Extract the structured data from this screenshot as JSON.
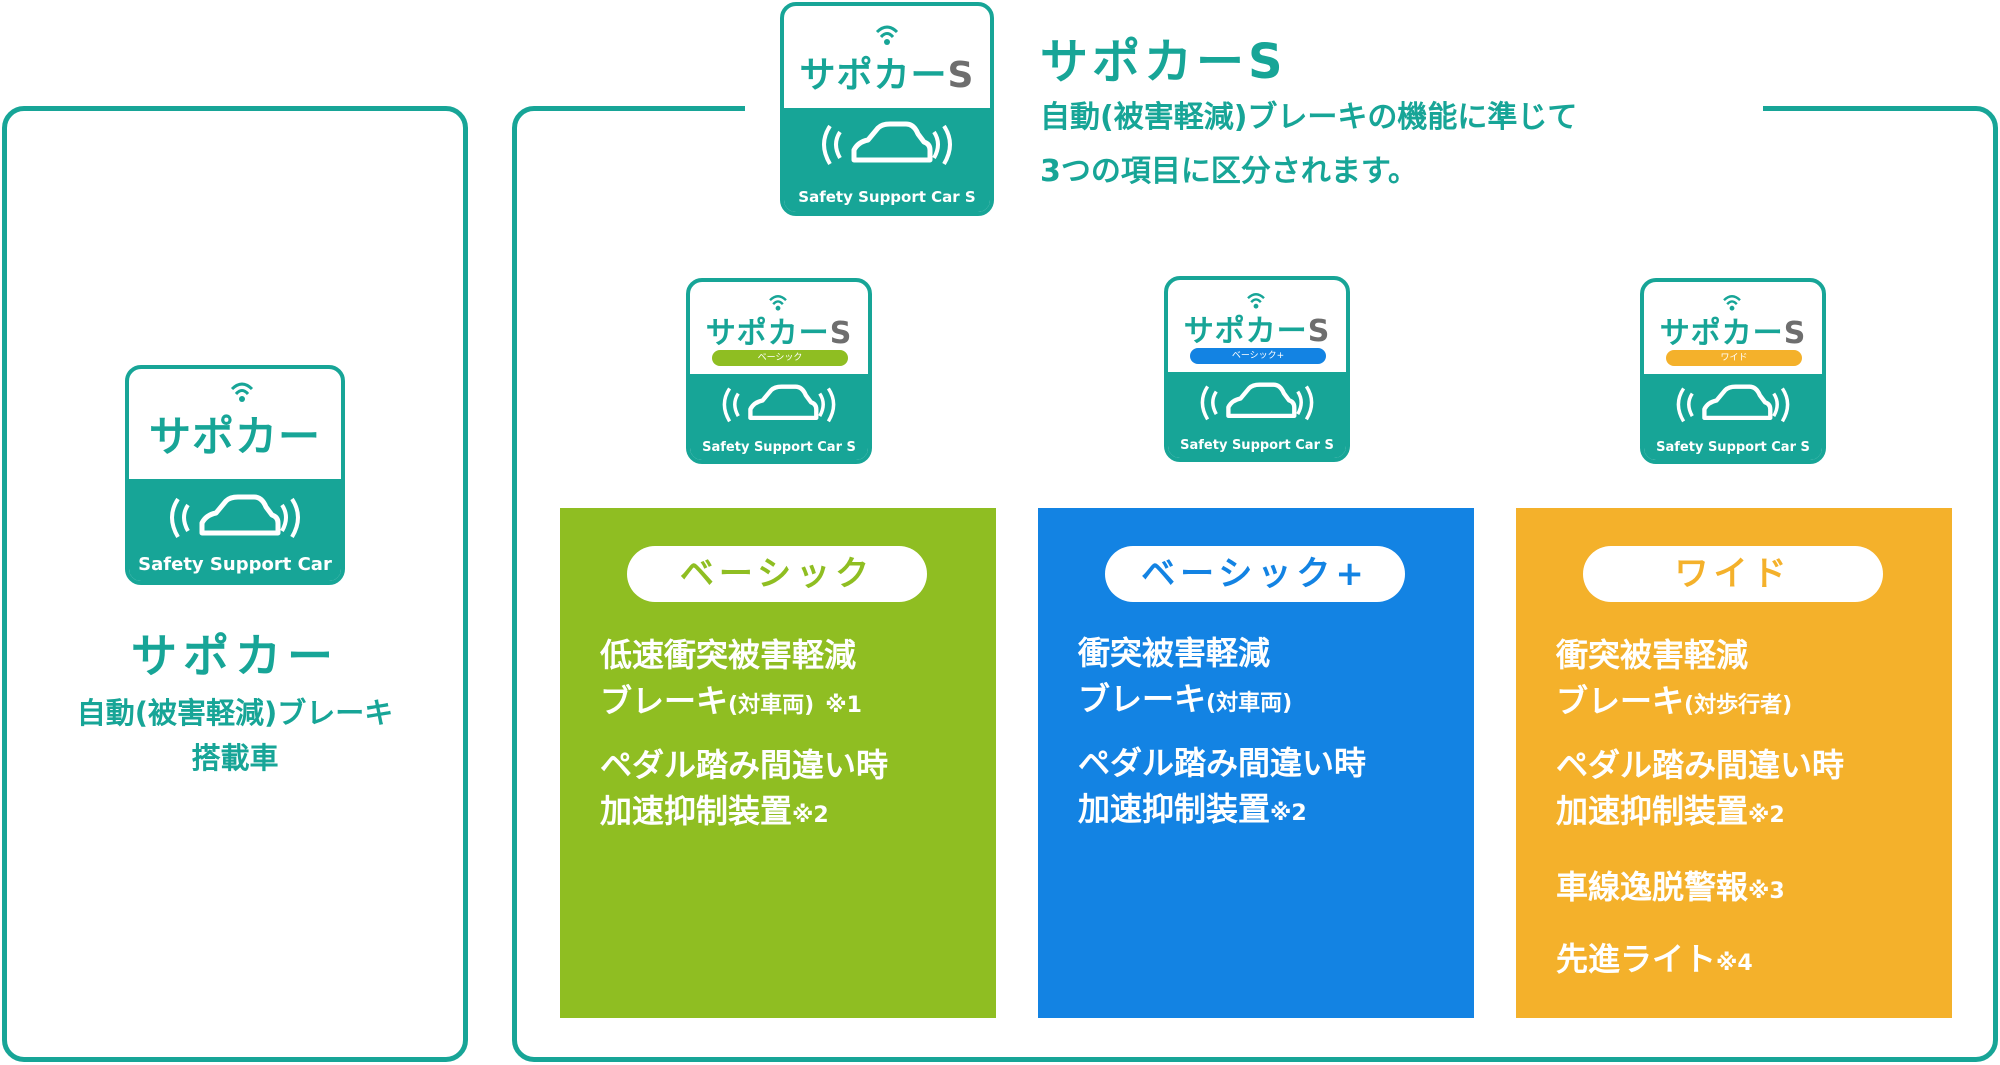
{
  "colors": {
    "teal": "#17a597",
    "green": "#8fbe22",
    "blue": "#1383e3",
    "orange": "#f4b12b",
    "gray": "#6e6e6e"
  },
  "left": {
    "logo": {
      "brand": "サポカー",
      "caption": "Safety Support Car"
    },
    "title": "サポカー",
    "desc_line1": "自動(被害軽減)ブレーキ",
    "desc_line2": "搭載車"
  },
  "top": {
    "logo": {
      "brand": "サポカー",
      "brand_suffix": "S",
      "caption": "Safety Support Car S"
    },
    "title": "サポカーS",
    "desc_line1": "自動(被害軽減)ブレーキの機能に準じて",
    "desc_line2": "3つの項目に区分されます。"
  },
  "categories": [
    {
      "logo": {
        "brand": "サポカー",
        "brand_suffix": "S",
        "pill": "ベーシック",
        "caption": "Safety Support Car S"
      },
      "tag": "ベーシック",
      "items": [
        {
          "line1": "低速衝突被害軽減",
          "line2": "ブレーキ",
          "note": "(対車両)",
          "mark": "※1"
        },
        {
          "line1": "ペダル踏み間違い時",
          "line2": "加速抑制装置",
          "mark": "※2"
        }
      ]
    },
    {
      "logo": {
        "brand": "サポカー",
        "brand_suffix": "S",
        "pill": "ベーシック+",
        "caption": "Safety Support Car S"
      },
      "tag": "ベーシック+",
      "items": [
        {
          "line1": "衝突被害軽減",
          "line2": "ブレーキ",
          "note": "(対車両)"
        },
        {
          "line1": "ペダル踏み間違い時",
          "line2": "加速抑制装置",
          "mark": "※2"
        }
      ]
    },
    {
      "logo": {
        "brand": "サポカー",
        "brand_suffix": "S",
        "pill": "ワイド",
        "caption": "Safety Support Car S"
      },
      "tag": "ワイド",
      "items": [
        {
          "line1": "衝突被害軽減",
          "line2": "ブレーキ",
          "note": "(対歩行者)"
        },
        {
          "line1": "ペダル踏み間違い時",
          "line2": "加速抑制装置",
          "mark": "※2"
        },
        {
          "line1": "車線逸脱警報",
          "mark": "※3"
        },
        {
          "line1": "先進ライト",
          "mark": "※4"
        }
      ]
    }
  ]
}
